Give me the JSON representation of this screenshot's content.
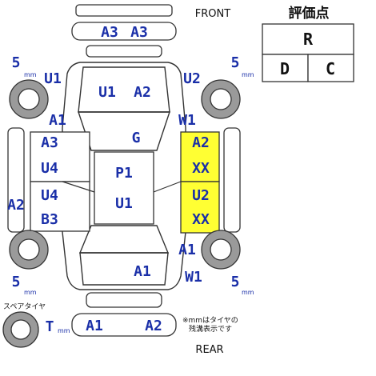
{
  "header": {
    "front_label": "FRONT",
    "rear_label": "REAR"
  },
  "grade_box": {
    "title": "評価点",
    "overall": "R",
    "interior": "D",
    "exterior": "C"
  },
  "tires": {
    "front_left_mm": "5",
    "front_right_mm": "5",
    "rear_left_mm": "5",
    "rear_right_mm": "5",
    "unit": "mm",
    "spare_label": "スペアタイヤ",
    "spare_value": "T"
  },
  "note": {
    "line1": "※mmはタイヤの",
    "line2": "残溝表示です"
  },
  "marks": {
    "front_bumper": [
      "A3",
      "A3"
    ],
    "hood": [
      "U1",
      "A2"
    ],
    "fl_fender": "U1",
    "fr_fender": "U2",
    "fl_wheel_arch": "A1",
    "fr_wheel_arch": "W1",
    "windshield": "G",
    "roof": [
      "P1",
      "U1"
    ],
    "left_front_door": [
      "A3",
      "U4"
    ],
    "left_rear_door": [
      "U4",
      "B3"
    ],
    "right_front_door": [
      "A2",
      "XX"
    ],
    "right_rear_door": [
      "U2",
      "XX"
    ],
    "left_rocker": "A2",
    "rr_quarter": "A1",
    "rr_wheel_arch": "W1",
    "trunk": "A1",
    "rear_bumper": [
      "A1",
      "A2"
    ]
  },
  "colors": {
    "label": "#1a2fa8",
    "highlight": "#ffff33"
  }
}
